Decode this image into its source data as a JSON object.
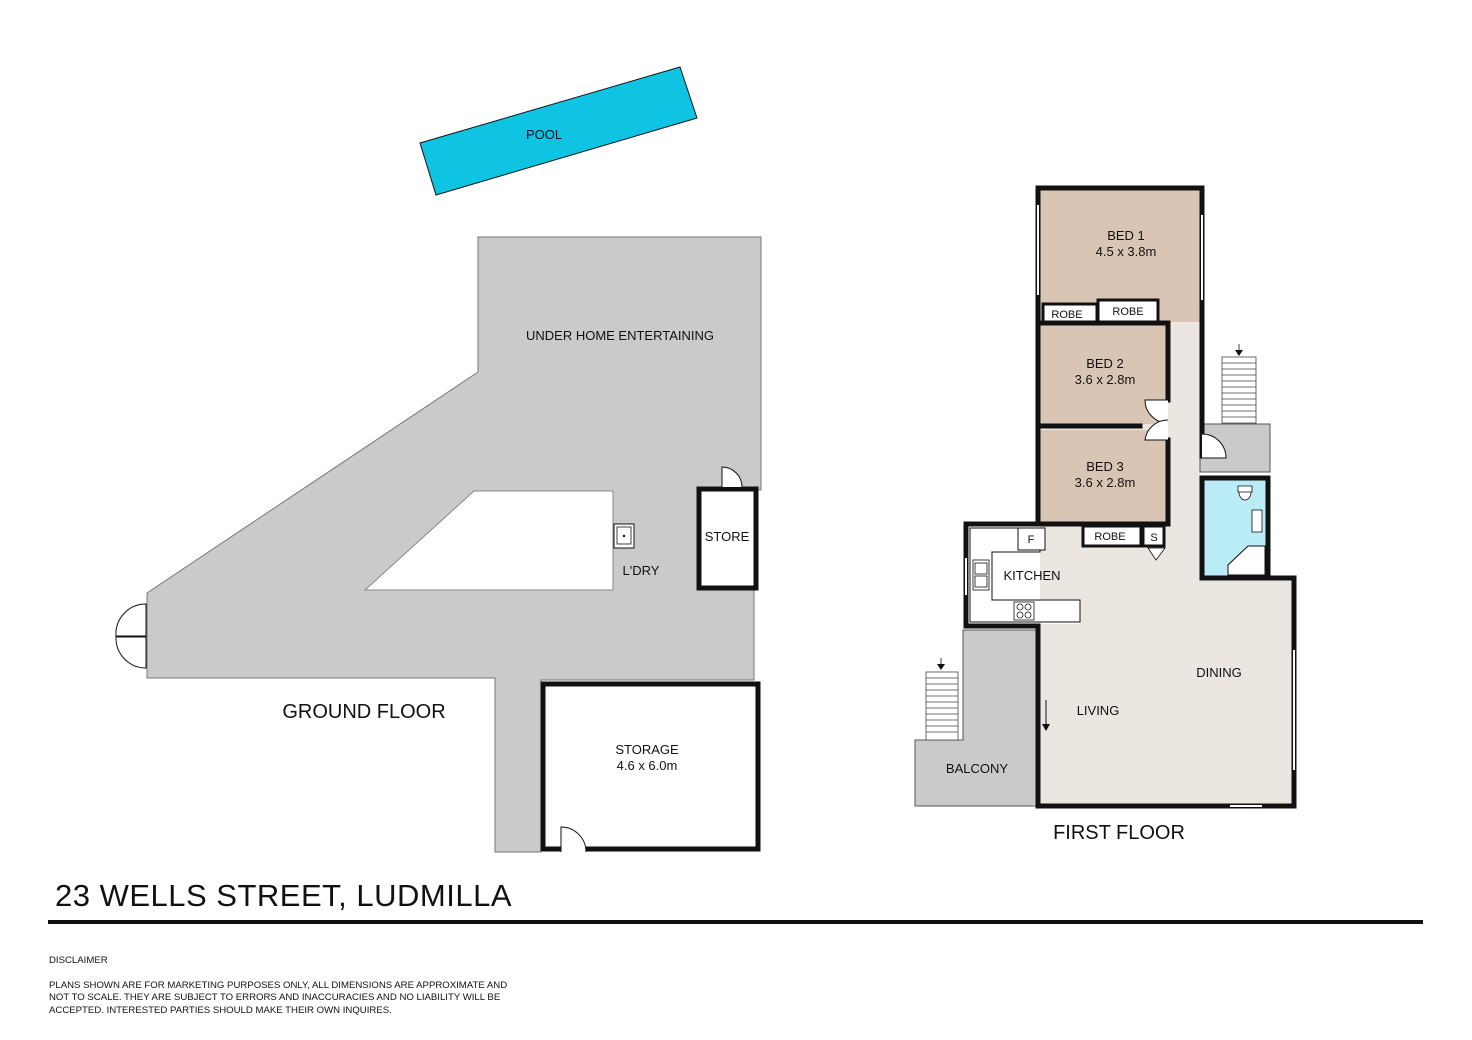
{
  "address": "23 WELLS STREET, LUDMILLA",
  "floors": [
    {
      "title": "GROUND FLOOR",
      "rooms": [
        {
          "name": "POOL",
          "size": ""
        },
        {
          "name": "UNDER HOME ENTERTAINING",
          "size": ""
        },
        {
          "name": "L'DRY",
          "size": ""
        },
        {
          "name": "STORE",
          "size": ""
        },
        {
          "name": "STORAGE",
          "size": "4.6 x 6.0m"
        }
      ]
    },
    {
      "title": "FIRST FLOOR",
      "rooms": [
        {
          "name": "BED 1",
          "size": "4.5 x 3.8m"
        },
        {
          "name": "BED 2",
          "size": "3.6 x 2.8m"
        },
        {
          "name": "BED 3",
          "size": "3.6 x 2.8m"
        },
        {
          "name": "ROBE",
          "size": ""
        },
        {
          "name": "ROBE",
          "size": ""
        },
        {
          "name": "ROBE",
          "size": ""
        },
        {
          "name": "S",
          "size": ""
        },
        {
          "name": "F",
          "size": ""
        },
        {
          "name": "KITCHEN",
          "size": ""
        },
        {
          "name": "DINING",
          "size": ""
        },
        {
          "name": "LIVING",
          "size": ""
        },
        {
          "name": "BALCONY",
          "size": ""
        }
      ]
    }
  ],
  "disclaimer": {
    "title": "DISCLAIMER",
    "lines": [
      "PLANS SHOWN ARE FOR MARKETING PURPOSES ONLY, ALL DIMENSIONS ARE APPROXIMATE AND",
      "NOT TO SCALE. THEY ARE SUBJECT TO ERRORS AND INACCURACIES AND NO LIABILITY WILL BE",
      "ACCEPTED. INTERESTED PARTIES SHOULD MAKE THEIR OWN INQUIRES."
    ]
  },
  "colors": {
    "pool": "#0fc3e3",
    "outdoor_grey": "#cacaca",
    "bedroom": "#d9c5b3",
    "living": "#ebe6df",
    "bathroom": "#b9ecf7",
    "wall": "#111111"
  }
}
